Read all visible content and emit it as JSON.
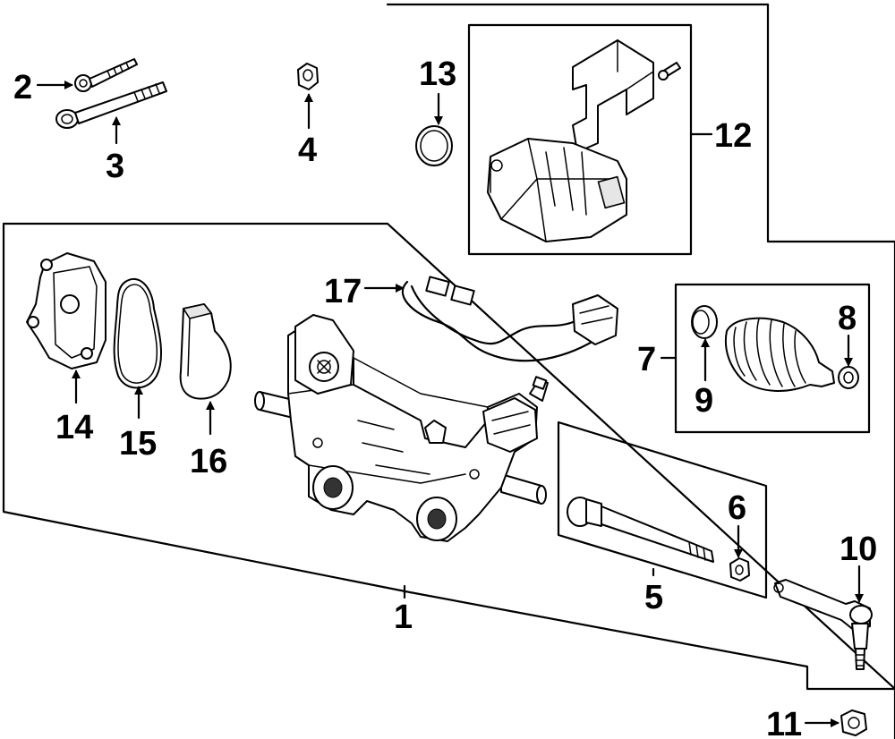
{
  "diagram": {
    "callouts": {
      "c1": "1",
      "c2": "2",
      "c3": "3",
      "c4": "4",
      "c5": "5",
      "c6": "6",
      "c7": "7",
      "c8": "8",
      "c9": "9",
      "c10": "10",
      "c11": "11",
      "c12": "12",
      "c13": "13",
      "c14": "14",
      "c15": "15",
      "c16": "16",
      "c17": "17"
    },
    "colors": {
      "line": "#000000",
      "background": "#ffffff"
    }
  }
}
